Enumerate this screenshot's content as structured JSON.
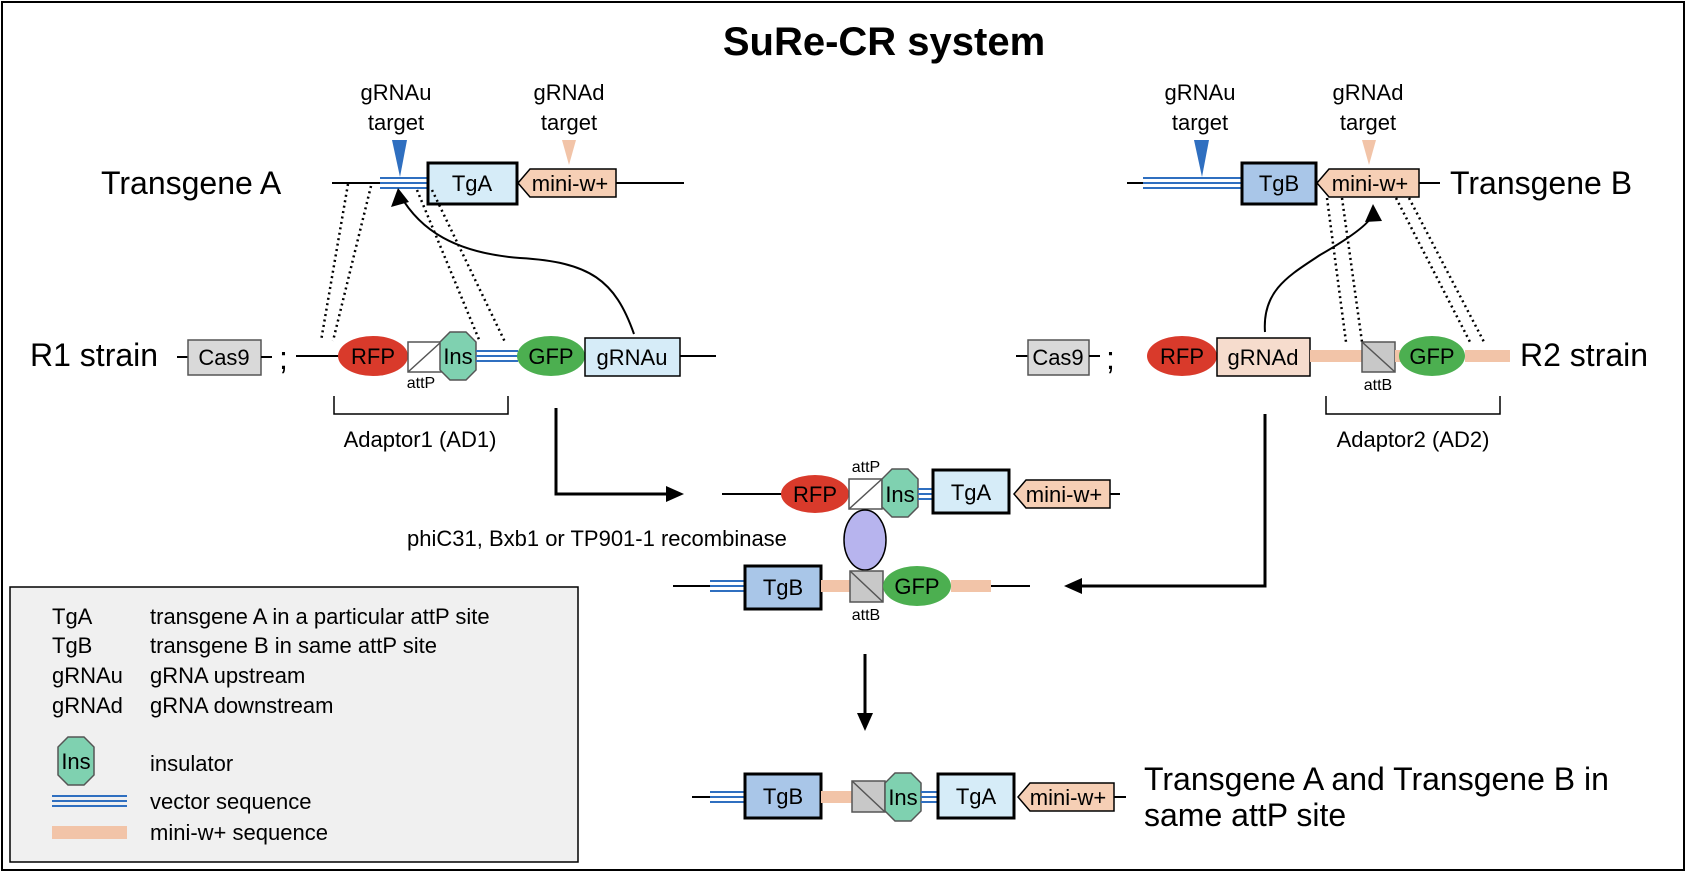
{
  "title": "SuRe-CR system",
  "transgene_a": {
    "label": "Transgene A",
    "gRNAu_line1": "gRNAu",
    "gRNAu_line2": "target",
    "gRNAd_line1": "gRNAd",
    "gRNAd_line2": "target",
    "tg_box": "TgA",
    "miniw": "mini-w+"
  },
  "transgene_b": {
    "label": "Transgene B",
    "gRNAu_line1": "gRNAu",
    "gRNAu_line2": "target",
    "gRNAd_line1": "gRNAd",
    "gRNAd_line2": "target",
    "tg_box": "TgB",
    "miniw": "mini-w+"
  },
  "r1": {
    "label": "R1 strain",
    "cas9": "Cas9",
    "sep": ";",
    "rfp": "RFP",
    "attp": "attP",
    "ins": "Ins",
    "gfp": "GFP",
    "grna": "gRNAu",
    "adaptor": "Adaptor1 (AD1)"
  },
  "r2": {
    "label": "R2 strain",
    "cas9": "Cas9",
    "sep": ";",
    "rfp": "RFP",
    "grna": "gRNAd",
    "attb": "attB",
    "gfp": "GFP",
    "adaptor": "Adaptor2 (AD2)"
  },
  "middle": {
    "rfp": "RFP",
    "attp": "attP",
    "ins": "Ins",
    "tga": "TgA",
    "miniw": "mini-w+",
    "recombinase": "phiC31, Bxb1 or TP901-1 recombinase",
    "tgb": "TgB",
    "attb": "attB",
    "gfp": "GFP"
  },
  "result": {
    "tgb": "TgB",
    "ins": "Ins",
    "tga": "TgA",
    "miniw": "mini-w+",
    "label_line1": "Transgene A and Transgene B in",
    "label_line2": "same attP site"
  },
  "legend": {
    "items": [
      {
        "key": "TgA",
        "desc": "transgene A in a particular attP site"
      },
      {
        "key": "TgB",
        "desc": "transgene B in same attP site"
      },
      {
        "key": "gRNAu",
        "desc": "gRNA upstream"
      },
      {
        "key": "gRNAd",
        "desc": "gRNA downstream"
      }
    ],
    "ins_symbol": "Ins",
    "ins_desc": "insulator",
    "vector_desc": "vector sequence",
    "miniw_desc": "mini-w+ sequence"
  },
  "colors": {
    "rfp": "#d93a2b",
    "gfp": "#4caf50",
    "ins": "#7fd1b0",
    "tga_fill": "#d6ecf8",
    "tgb_fill": "#a9c6e8",
    "miniw_fill": "#f6cfb5",
    "miniw_seq": "#f2c4a8",
    "vector": "#2f6fc0",
    "grnau_marker": "#2f6fc0",
    "grnad_marker": "#f2c4a8",
    "recombinase": "#b7b4ee",
    "cas9_fill": "#d9d9d9",
    "legend_bg": "#f0f0f0"
  }
}
